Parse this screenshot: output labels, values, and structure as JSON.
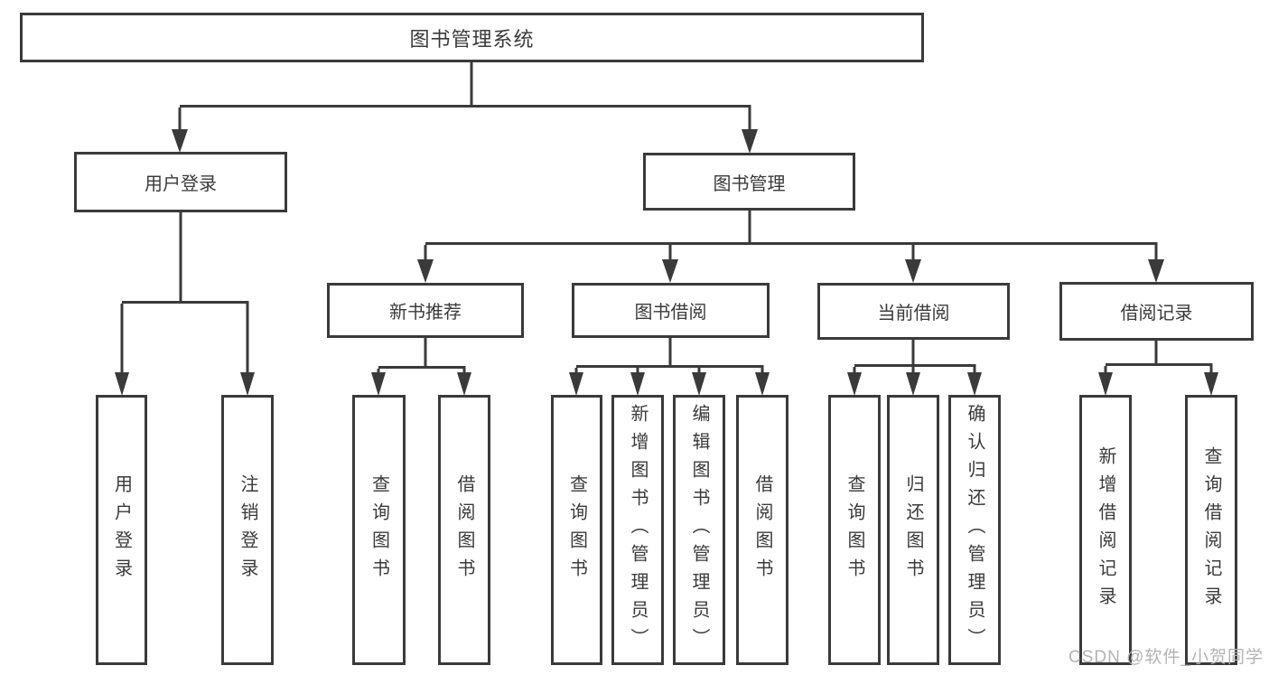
{
  "diagram_title": "图书管理系统",
  "colors": {
    "line": "#3a3a3a",
    "box_border": "#3a3a3a",
    "text": "#3a3a3a",
    "background": "#ffffff",
    "watermark": "#b3b3b3"
  },
  "tree": {
    "label": "图书管理系统",
    "children": [
      {
        "label": "用户登录",
        "children": [
          {
            "label": "用户登录"
          },
          {
            "label": "注销登录"
          }
        ]
      },
      {
        "label": "图书管理",
        "children": [
          {
            "label": "新书推荐",
            "children": [
              {
                "label": "查询图书"
              },
              {
                "label": "借阅图书"
              }
            ]
          },
          {
            "label": "图书借阅",
            "children": [
              {
                "label": "查询图书"
              },
              {
                "label": "新增图书（管理员）"
              },
              {
                "label": "编辑图书（管理员）"
              },
              {
                "label": "借阅图书"
              }
            ]
          },
          {
            "label": "当前借阅",
            "children": [
              {
                "label": "查询图书"
              },
              {
                "label": "归还图书"
              },
              {
                "label": "确认归还（管理员）"
              }
            ]
          },
          {
            "label": "借阅记录",
            "children": [
              {
                "label": "新增借阅记录"
              },
              {
                "label": "查询借阅记录"
              }
            ]
          }
        ]
      }
    ]
  },
  "watermark": "CSDN @软件_小贺同学"
}
